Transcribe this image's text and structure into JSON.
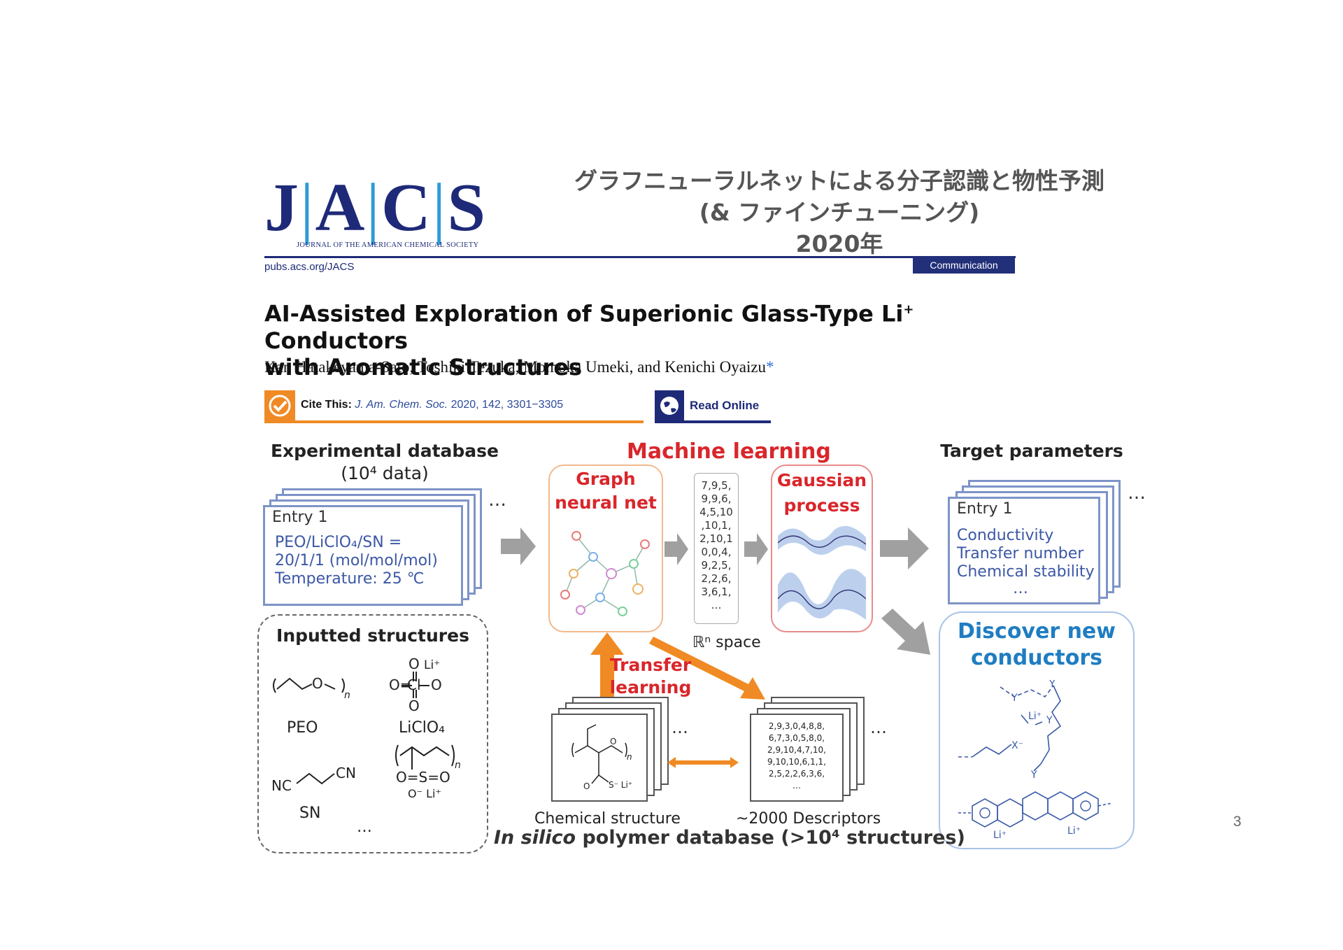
{
  "slide": {
    "title_line1": "グラフニューラルネットによる分子認識と物性予測",
    "title_line2": "(& ファインチューニング)",
    "title_line3": "2020年",
    "page_number": "3"
  },
  "journal": {
    "logo_J": "J",
    "logo_A": "A",
    "logo_C": "C",
    "logo_S": "S",
    "logo_subtitle": "JOURNAL OF THE AMERICAN CHEMICAL SOCIETY",
    "url": "pubs.acs.org/JACS",
    "badge": "Communication"
  },
  "paper": {
    "title_part1": "AI-Assisted Exploration of Superionic Glass-Type Li",
    "title_sup": "+",
    "title_part2": " Conductors",
    "title_line2": "with Aromatic Structures",
    "authors": "Kan Hatakeyama-Sato, Toshiki Tezuka, Momoka Umeki, and Kenichi Oyaizu",
    "corresponding_mark": "*",
    "cite_label": "Cite This:",
    "cite_journal": "J. Am. Chem. Soc.",
    "cite_ref": "2020, 142, 3301−3305",
    "read_online": "Read Online",
    "check_icon": "check-icon",
    "globe_icon": "globe-icon"
  },
  "figure": {
    "exp_db_title": "Experimental database",
    "exp_db_count": "(10⁴ data)",
    "entry_label": "Entry 1",
    "entry_line1": "PEO/LiClO₄/SN =",
    "entry_line2": "20/1/1 (mol/mol/mol)",
    "entry_line3": "Temperature: 25 ℃",
    "inputted_title": "Inputted structures",
    "struct_peo": "PEO",
    "struct_liclo4": "LiClO₄",
    "struct_sn": "SN",
    "struct_more": "…",
    "ml_title": "Machine learning",
    "gnn_label_1": "Graph",
    "gnn_label_2": "neural net",
    "vector_values": [
      "7,9,5,",
      "9,9,6,",
      "4,5,10",
      ",10,1,",
      "2,10,1",
      "0,0,4,",
      "9,2,5,",
      "2,2,6,",
      "3,6,1,",
      "…"
    ],
    "gp_label_1": "Gaussian",
    "gp_label_2": "process",
    "rn_space": "ℝⁿ space",
    "transfer_1": "Transfer",
    "transfer_2": "learning",
    "target_title": "Target parameters",
    "target_entry": "Entry 1",
    "target_items": [
      "Conductivity",
      "Transfer number",
      "Chemical stability",
      "…"
    ],
    "discover_1": "Discover new",
    "discover_2": "conductors",
    "descriptor_values": [
      "2,9,3,0,4,8,8,",
      "6,7,3,0,5,8,0,",
      "2,9,10,4,7,10,",
      "9,10,10,6,1,1,",
      "2,5,2,2,6,3,6,",
      "…"
    ],
    "caption_chem": "Chemical structure",
    "caption_desc": "~2000 Descriptors",
    "insilico_italic": "In silico",
    "insilico_rest": " polymer database (>10⁴ structures)",
    "ellipsis": "…",
    "colors": {
      "red": "#d9262b",
      "blue": "#1f7dc2",
      "orange": "#f08a24",
      "navy": "#1e2a78"
    }
  }
}
